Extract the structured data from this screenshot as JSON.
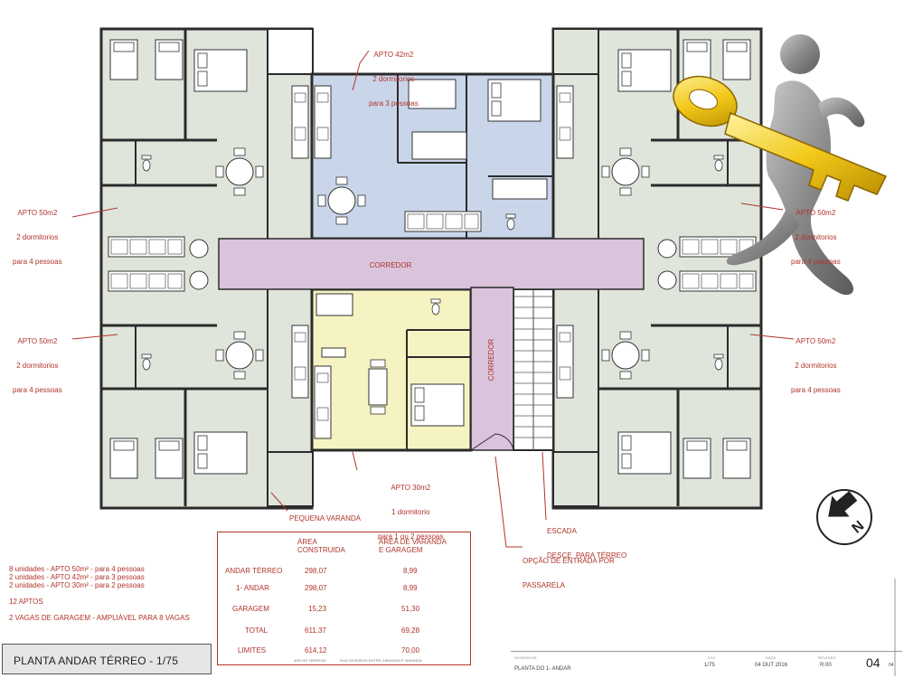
{
  "drawing_title": "PLANTA ANDAR TÉRREO  - 1/75",
  "rooms": {
    "corredor_h": "CORREDOR",
    "corredor_v": "CORREDOR"
  },
  "annotations": {
    "apto42": [
      "APTO 42m2",
      "2 dormitorios",
      "para 3 pessoas"
    ],
    "apto50_tl": [
      "APTO 50m2",
      "2 dormitorios",
      "para 4 pessoas"
    ],
    "apto50_ml": [
      "APTO 50m2",
      "2 dormitorios",
      "para 4 pessoas"
    ],
    "apto50_tr": [
      "APTO 50m2",
      "2 dormitorios",
      "para 4 pessoas"
    ],
    "apto50_mr": [
      "APTO 50m2",
      "2 dormitorios",
      "para 4 pessoas"
    ],
    "apto30": [
      "APTO 30m2",
      "1 dormitorio",
      "para 1 ou 2 pessoas"
    ],
    "varanda": "PEQUENA VARANDA",
    "escada": [
      "ESCADA",
      "DESCE  PARA TÉRREO"
    ],
    "entrada": [
      "OPÇÃO DE ENTRADA POR",
      "PASSARELA"
    ]
  },
  "north_label": "N",
  "summary": [
    "8 unidades - APTO 50m² - para 4 pessoas",
    "2 unidades - APTO 42m² - para 3 pessoas",
    "2 unidades - APTO 30m² - para 2 pessoas",
    "",
    "12 APTOS",
    "",
    "2 VAGAS DE GARAGEM - AMPLIÁVEL PARA 8 VAGAS"
  ],
  "area_table": {
    "headers": [
      "ÁREA\nCONSTRUIDA",
      "ÁREA DE VARANDA\nE GARAGEM"
    ],
    "rows": [
      {
        "label": "ANDAR TÉRREO",
        "construida": "298,07",
        "varanda": "8,99"
      },
      {
        "label": "1- ANDAR",
        "construida": "298,07",
        "varanda": "8,99"
      },
      {
        "label": "GARAGEM",
        "construida": "15,23",
        "varanda": "51,30"
      },
      {
        "label": "TOTAL",
        "construida": "611,37",
        "varanda": "69,28"
      },
      {
        "label": "LIMITES",
        "construida": "614,12",
        "varanda": "70,00"
      }
    ],
    "notes": [
      "40% DO TERRENO",
      "70m2 DIVIDIDOS ENTRE GARAGEM E VARANDA"
    ]
  },
  "title_block": {
    "desenhos_label": "DESENHOS",
    "desenho": "PLANTA DO 1- ANDAR",
    "esc_label": "ESC",
    "escala": "1/75",
    "data_label": "DATA",
    "data": "04 OUT 2016",
    "revisao_label": "REVISÃO",
    "revisao": "R.00",
    "sheet": "04",
    "sheet_small": "04"
  },
  "colors": {
    "wall": "#2b2b2b",
    "green_unit": "#dfe5db",
    "blue_unit": "#c9d6ea",
    "yellow_unit": "#f6f3c2",
    "corridor": "#d9c4dc",
    "annotation": "#b0342a",
    "key_gold": "#f2c91a"
  }
}
